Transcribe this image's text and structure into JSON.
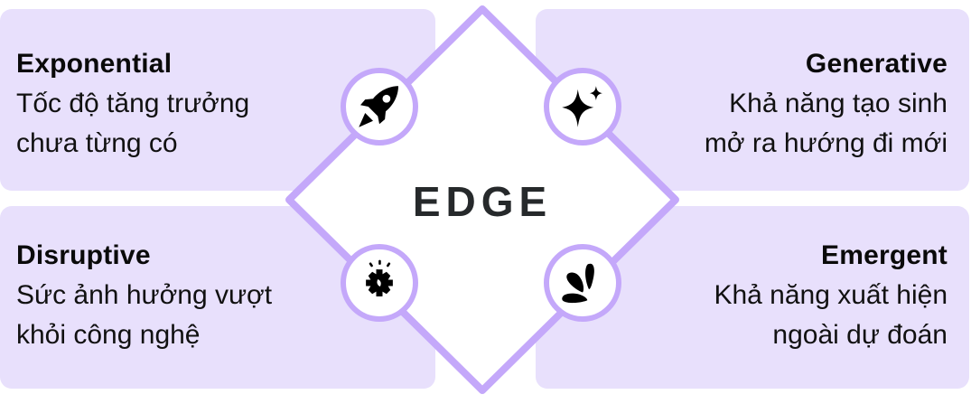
{
  "center": {
    "label": "EDGE"
  },
  "colors": {
    "card_bg": "#E8E0FC",
    "accent": "#C4A8FA",
    "center_text": "#26292B",
    "text": "#0A0A0A"
  },
  "quadrants": {
    "exponential": {
      "title": "Exponential",
      "description": "Tốc độ tăng trưởng chưa từng có",
      "icon": "rocket-icon"
    },
    "generative": {
      "title": "Generative",
      "description": "Khả năng tạo sinh mở ra hướng đi mới",
      "icon": "sparkles-icon"
    },
    "disruptive": {
      "title": "Disruptive",
      "description": "Sức ảnh hưởng vượt khỏi công nghệ",
      "icon": "gear-idea-icon"
    },
    "emergent": {
      "title": "Emergent",
      "description": "Khả năng xuất hiện ngoài dự đoán",
      "icon": "splash-icon"
    }
  }
}
